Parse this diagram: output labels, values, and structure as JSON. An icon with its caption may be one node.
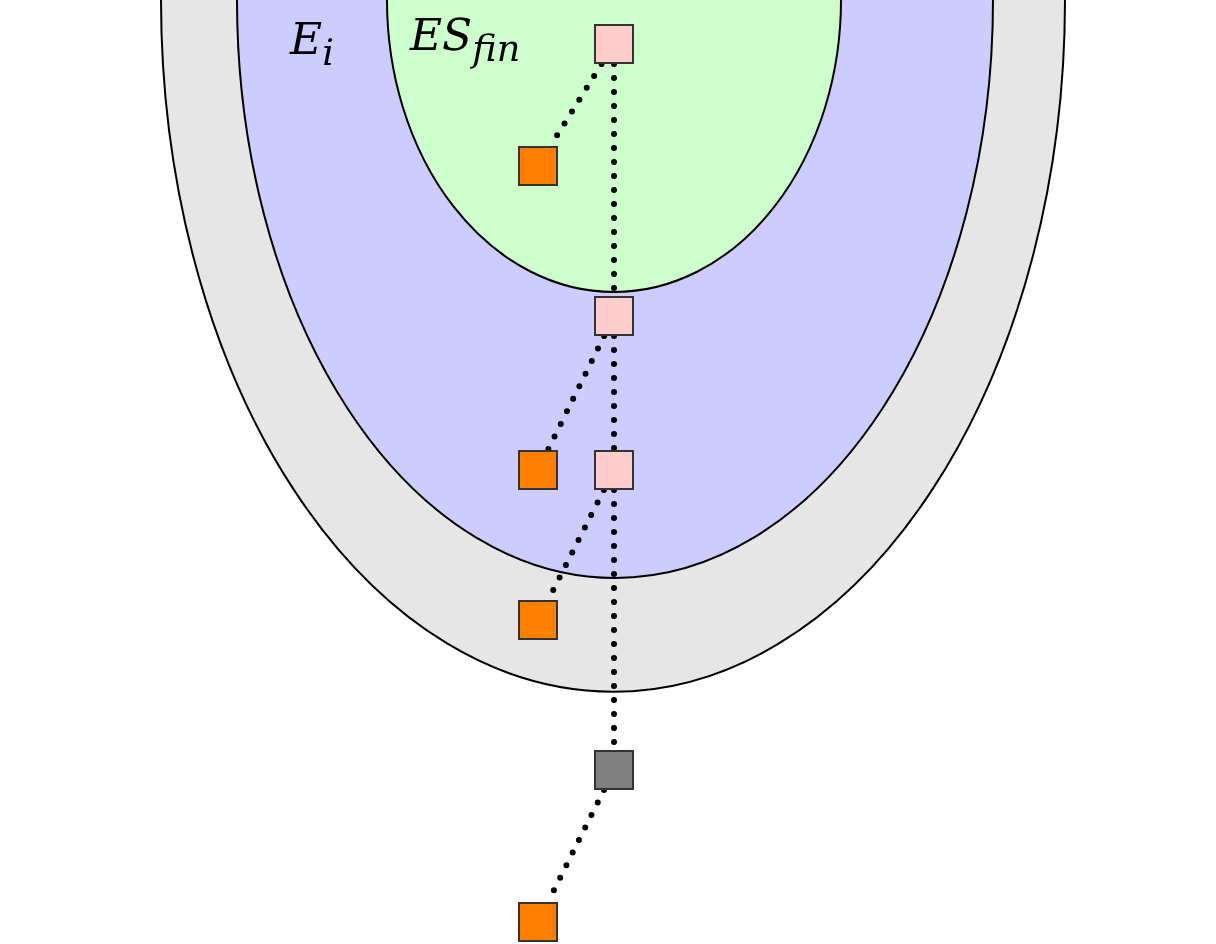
{
  "diagram": {
    "nodes": [
      {
        "text": [],
        "shape": "band"
      },
      {
        "text": [
          "E$_{i}$"
        ],
        "in": 0
      },
      {
        "text": [
          "ES$_{fin}$"
        ],
        "in": 1
      },
      {
        "text": [],
        "shape": "box",
        "in": 2
      },
      {
        "text": [],
        "shape": "box",
        "in": 2
      },
      {
        "text": [],
        "shape": "box",
        "in": 1
      },
      {
        "text": [],
        "shape": "box",
        "in": 1
      },
      {
        "text": [],
        "shape": "box",
        "in": 1
      },
      {
        "text": [],
        "shape": "box",
        "in": 0
      },
      {
        "text": [],
        "shape": "box"
      },
      {
        "text": [],
        "shape": "box"
      }
    ],
    "edges": [
      {
        "from": 3,
        "to": 4,
        "arrow": "none"
      },
      {
        "from": 3,
        "to": 5,
        "arrow": "none"
      },
      {
        "from": 5,
        "to": 6,
        "arrow": "none"
      },
      {
        "from": 5,
        "to": 7,
        "arrow": "none"
      },
      {
        "from": 7,
        "to": 8,
        "arrow": "none"
      },
      {
        "from": 7,
        "to": 9,
        "arrow": "none"
      },
      {
        "from": 9,
        "to": 10,
        "arrow": "none"
      }
    ]
  }
}
